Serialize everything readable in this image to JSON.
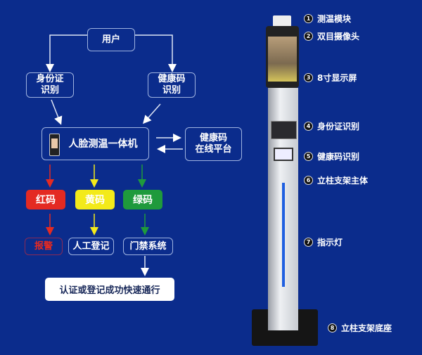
{
  "flow": {
    "user": "用户",
    "id_card": "身份证\n识别",
    "health_code": "健康码\n识别",
    "device": "人脸测温一体机",
    "platform": "健康码\n在线平台",
    "red": "红码",
    "yellow": "黄码",
    "green": "绿码",
    "alarm": "报警",
    "manual": "人工登记",
    "gate": "门禁系统",
    "result": "认证或登记成功快速通行"
  },
  "colors": {
    "background": "#0b2c8c",
    "red": "#e42a22",
    "yellow": "#f3ea1a",
    "green": "#1f9a3c"
  },
  "parts": [
    {
      "num": "1",
      "label": "测温模块"
    },
    {
      "num": "2",
      "label": "双目摄像头"
    },
    {
      "num": "3",
      "label": "8寸显示屏"
    },
    {
      "num": "4",
      "label": "身份证识别"
    },
    {
      "num": "5",
      "label": "健康码识别"
    },
    {
      "num": "6",
      "label": "立柱支架主体"
    },
    {
      "num": "7",
      "label": "指示灯"
    },
    {
      "num": "8",
      "label": "立柱支架底座"
    }
  ]
}
